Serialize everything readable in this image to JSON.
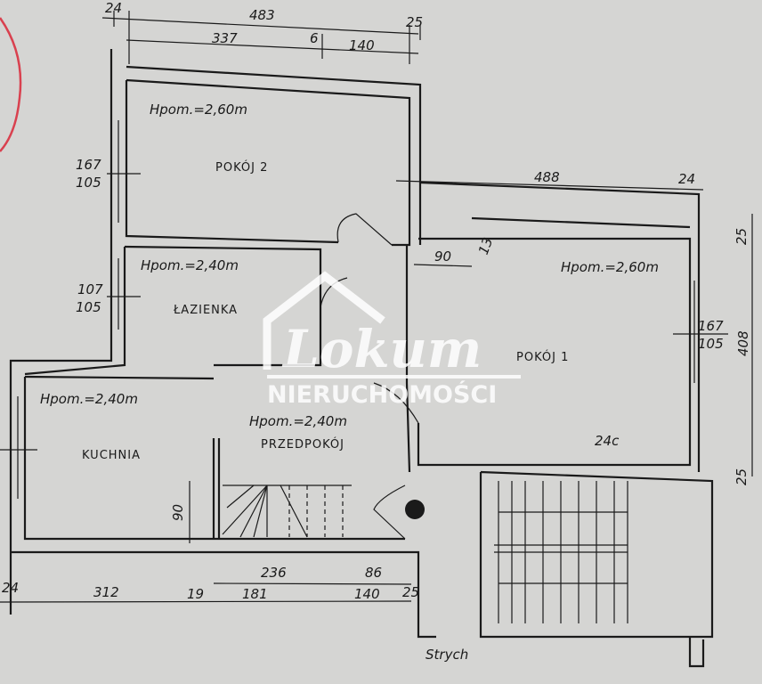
{
  "rooms": [
    {
      "name": "POKÓJ 2",
      "height": "Hpom.=2,60m"
    },
    {
      "name": "ŁAZIENKA",
      "height": "Hpom.=2,40m"
    },
    {
      "name": "POKÓJ 1",
      "height": "Hpom.=2,60m",
      "note": "24c"
    },
    {
      "name": "KUCHNIA",
      "height": "Hpom.=2,40m"
    },
    {
      "name": "PRZEDPOKÓJ",
      "height": "Hpom.=2,40m"
    }
  ],
  "dimensions": {
    "top_total": "483",
    "top_left_wall": "24",
    "top_right_wall": "25",
    "top_a": "337",
    "top_b": "6",
    "top_c": "140",
    "pokoj1_width": "488",
    "pokoj1_wall": "24",
    "pokoj1_depth": "408",
    "pokoj1_wall_top": "25",
    "pokoj1_wall_bottom": "25",
    "pokoj1_90": "90",
    "pokoj1_13": "13",
    "window_pokoj2": [
      "167",
      "105"
    ],
    "window_lazienka": [
      "107",
      "105"
    ],
    "window_pokoj1": [
      "167",
      "105"
    ],
    "stairs_90": "90",
    "bottom_24": "24",
    "bottom_312": "312",
    "bottom_19": "19",
    "bottom_236": "236",
    "bottom_181": "181",
    "bottom_86": "86",
    "bottom_140": "140",
    "bottom_25": "25"
  },
  "labels": {
    "attic": "Strych"
  },
  "watermark": {
    "brand": "Lokum",
    "subtitle": "NIERUCHOMOŚCI"
  },
  "colors": {
    "ink": "#1a1a1a",
    "paper": "#d5d5d3",
    "stamp": "#d9414f",
    "watermark": "#ffffff"
  }
}
